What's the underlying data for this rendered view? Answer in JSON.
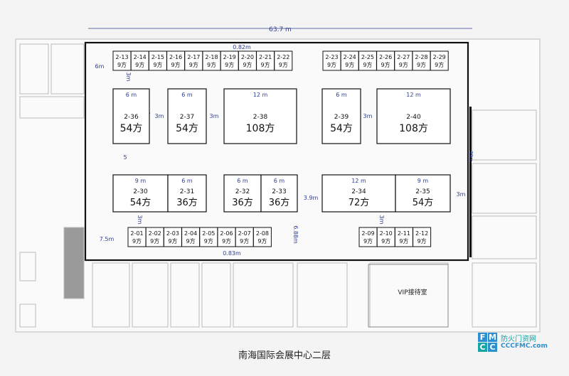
{
  "title": "南海国际会展中心二层",
  "dimensions": {
    "total_width": "63.7 m",
    "top_gap": "0.82m",
    "bottom_gap": "0.83m",
    "left_top": "6m",
    "left_mid": "5",
    "left_bottom": "7.5m",
    "vert_688": "6.88m",
    "gap_39": "3.9m",
    "right_3m": "3m",
    "right_39m": "39m",
    "three_m": "3m",
    "nine_m_side": "9 m",
    "six_m_side": "6m"
  },
  "booths_top": [
    {
      "id": "2-13",
      "size": "9方"
    },
    {
      "id": "2-14",
      "size": "9方"
    },
    {
      "id": "2-15",
      "size": "9方"
    },
    {
      "id": "2-16",
      "size": "9方"
    },
    {
      "id": "2-17",
      "size": "9方"
    },
    {
      "id": "2-18",
      "size": "9方"
    },
    {
      "id": "2-19",
      "size": "9方"
    },
    {
      "id": "2-20",
      "size": "9方"
    },
    {
      "id": "2-21",
      "size": "9方"
    },
    {
      "id": "2-22",
      "size": "9方"
    },
    {
      "id": "2-23",
      "size": "9方"
    },
    {
      "id": "2-24",
      "size": "9方"
    },
    {
      "id": "2-25",
      "size": "9方"
    },
    {
      "id": "2-26",
      "size": "9方"
    },
    {
      "id": "2-27",
      "size": "9方"
    },
    {
      "id": "2-28",
      "size": "9方"
    },
    {
      "id": "2-29",
      "size": "9方"
    }
  ],
  "booths_bottom": [
    {
      "id": "2-01",
      "size": "9方"
    },
    {
      "id": "2-02",
      "size": "9方"
    },
    {
      "id": "2-03",
      "size": "9方"
    },
    {
      "id": "2-04",
      "size": "9方"
    },
    {
      "id": "2-05",
      "size": "9方"
    },
    {
      "id": "2-06",
      "size": "9方"
    },
    {
      "id": "2-07",
      "size": "9方"
    },
    {
      "id": "2-08",
      "size": "9方"
    },
    {
      "id": "2-09",
      "size": "9方"
    },
    {
      "id": "2-10",
      "size": "9方"
    },
    {
      "id": "2-11",
      "size": "9方"
    },
    {
      "id": "2-12",
      "size": "9方"
    }
  ],
  "booths_large": [
    {
      "id": "2-36",
      "size": "54方",
      "dim": "6 m"
    },
    {
      "id": "2-37",
      "size": "54方",
      "dim": "6 m"
    },
    {
      "id": "2-38",
      "size": "108方",
      "dim": "12 m"
    },
    {
      "id": "2-39",
      "size": "54方",
      "dim": "6 m"
    },
    {
      "id": "2-40",
      "size": "108方",
      "dim": "12 m"
    },
    {
      "id": "2-30",
      "size": "54方",
      "dim": "9 m"
    },
    {
      "id": "2-31",
      "size": "36方",
      "dim": "6 m"
    },
    {
      "id": "2-32",
      "size": "36方",
      "dim": "6 m"
    },
    {
      "id": "2-33",
      "size": "36方",
      "dim": "6 m"
    },
    {
      "id": "2-34",
      "size": "72方",
      "dim": "12 m"
    },
    {
      "id": "2-35",
      "size": "54方",
      "dim": "9 m"
    }
  ],
  "rooms": {
    "vip": "VIP接待室"
  },
  "logo": {
    "letters": [
      "F",
      "M",
      "C",
      "C"
    ],
    "cn": "防火门资网",
    "url": "CCCFMC.com",
    "colors": {
      "blue": "#2b8fd0",
      "teal": "#1aa3a3"
    }
  },
  "colors": {
    "dim": "#2f3e8f",
    "wall": "#111111",
    "booth": "#111111"
  }
}
